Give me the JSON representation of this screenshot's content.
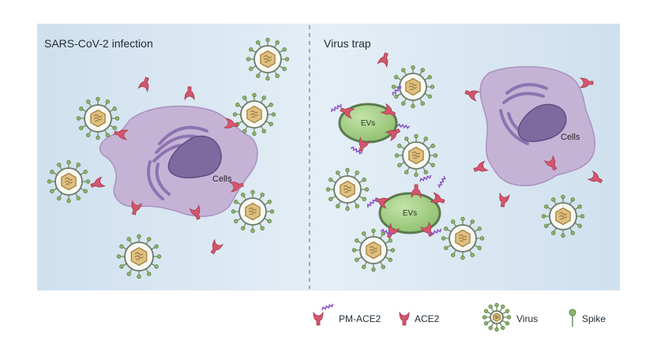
{
  "panels": {
    "left": {
      "title": "SARS-CoV-2 infection",
      "cell_label": "Cells"
    },
    "right": {
      "title": "Virus trap",
      "cell_label": "Cells",
      "ev_label": "EVs"
    }
  },
  "legend": {
    "pm_ace2": "PM-ACE2",
    "ace2": "ACE2",
    "virus": "Virus",
    "spike": "Spike"
  },
  "colors": {
    "panel_bg": "#d7e6f1",
    "cell_fill": "#c8b6d8",
    "nucleus_fill": "#7c6a9e",
    "golgi": "#8f78b2",
    "ev_fill": "#a9cf8c",
    "ace2": "#d4566c",
    "pm_chain": "#8a58c8",
    "virus_core": "#e0c080",
    "spike": "#8fb56c"
  },
  "icons": [
    "ace2-receptor-icon",
    "pm-ace2-icon",
    "virus-icon",
    "spike-icon",
    "extracellular-vesicle-icon",
    "cell-icon"
  ]
}
